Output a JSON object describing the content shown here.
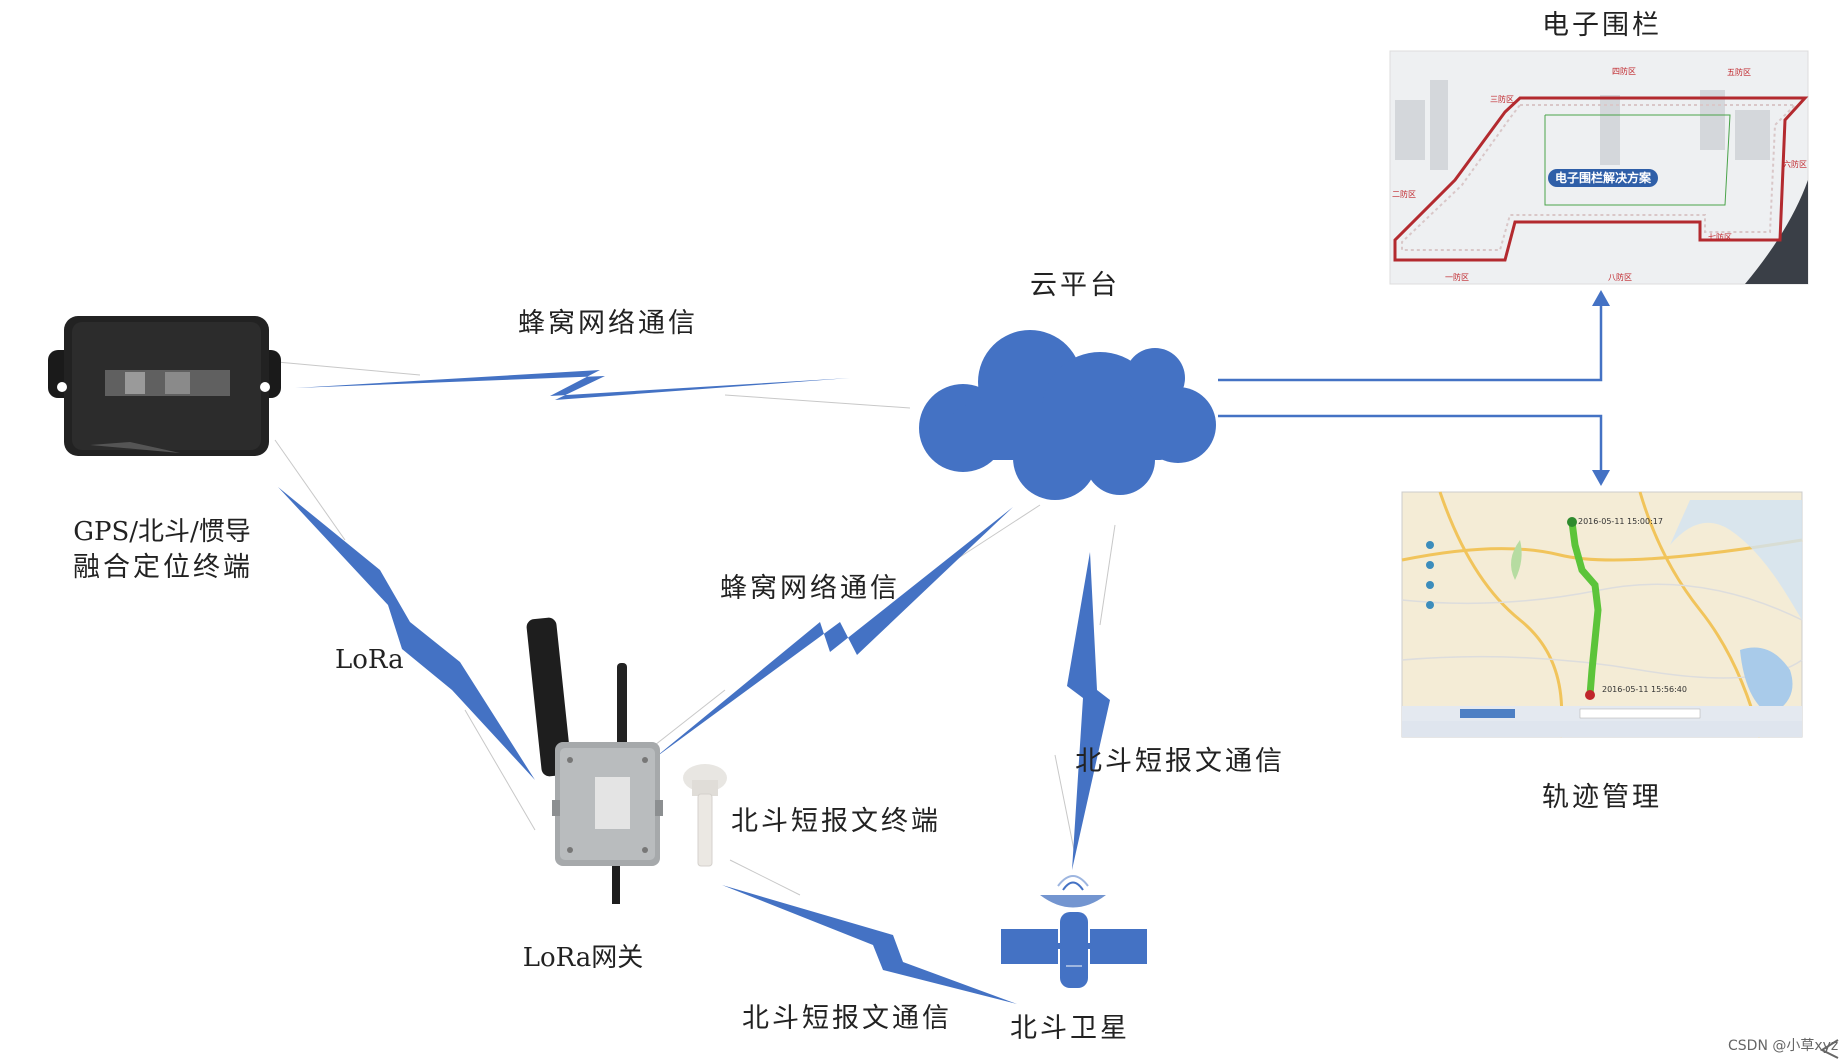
{
  "labels": {
    "fence_title": "电子围栏",
    "cloud": "云平台",
    "cellular_top": "蜂窝网络通信",
    "cellular_mid": "蜂窝网络通信",
    "terminal_line1": "GPS/北斗/惯导",
    "terminal_line2": "融合定位终端",
    "lora": "LoRa",
    "beidou_terminal": "北斗短报文终端",
    "beidou_comm_right": "北斗短报文通信",
    "track": "轨迹管理",
    "gateway": "LoRa网关",
    "beidou_comm_bottom": "北斗短报文通信",
    "satellite": "北斗卫星"
  },
  "fence_image": {
    "banner": "电子围栏解决方案",
    "zones": [
      "一防区",
      "二防区",
      "三防区",
      "四防区",
      "五防区",
      "六防区",
      "七防区",
      "八防区"
    ]
  },
  "track_image": {
    "start_time": "2016-05-11 15:00:17",
    "end_time": "2016-05-11 15:56:40"
  },
  "watermark": "CSDN @小草xyz",
  "colors": {
    "accent": "#4472c4",
    "fence_red": "#c0262c",
    "track_green": "#5cc43a"
  }
}
